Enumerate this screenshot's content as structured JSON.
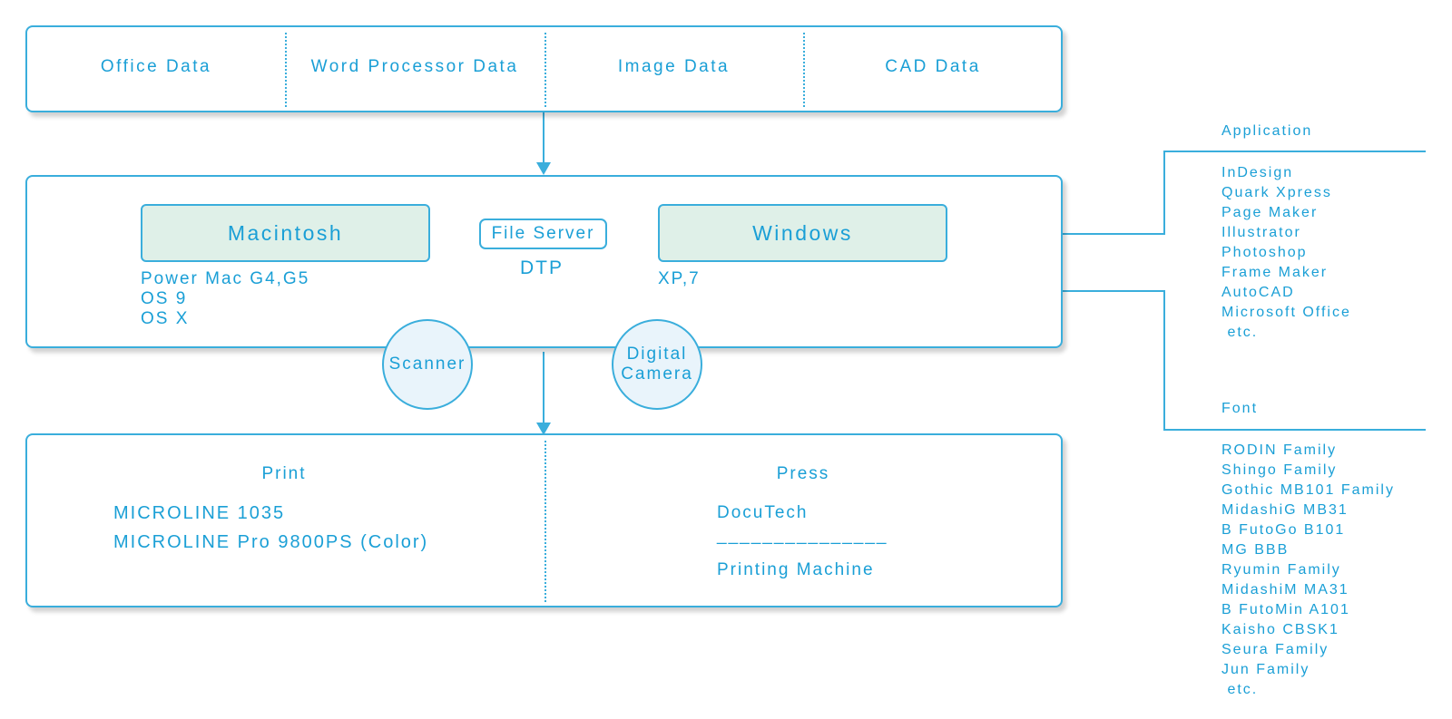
{
  "data_sources": [
    "Office Data",
    "Word Processor Data",
    "Image Data",
    "CAD Data"
  ],
  "dtp": {
    "mac_label": "Macintosh",
    "mac_specs": [
      "Power Mac G4,G5",
      "OS 9",
      "OS X"
    ],
    "file_server": "File Server",
    "dtp_label": "DTP",
    "win_label": "Windows",
    "win_specs": "XP,7"
  },
  "inputs": {
    "scanner": "Scanner",
    "camera_line1": "Digital",
    "camera_line2": "Camera"
  },
  "output": {
    "print_title": "Print",
    "print_items": [
      "MICROLINE 1035",
      "MICROLINE Pro 9800PS (Color)"
    ],
    "press_title": "Press",
    "press_item1": "DocuTech",
    "press_separator": "_______________",
    "press_item2": "Printing Machine"
  },
  "application": {
    "title": "Application",
    "items": [
      "InDesign",
      "Quark Xpress",
      "Page Maker",
      "Illustrator",
      "Photoshop",
      "Frame Maker",
      "AutoCAD",
      "Microsoft Office",
      " etc."
    ]
  },
  "font": {
    "title": "Font",
    "items": [
      "RODIN Family",
      "Shingo Family",
      "Gothic MB101 Family",
      "MidashiG MB31",
      "B FutoGo B101",
      "MG BBB",
      "Ryumin Family",
      "MidashiM MA31",
      "B FutoMin A101",
      "Kaisho CBSK1",
      "Seura Family",
      "Jun Family",
      " etc."
    ]
  },
  "colors": {
    "accent": "#1a9fd6",
    "border": "#3aaedc",
    "os_fill": "#dff0e8",
    "circle_fill": "#e9f4fb"
  }
}
